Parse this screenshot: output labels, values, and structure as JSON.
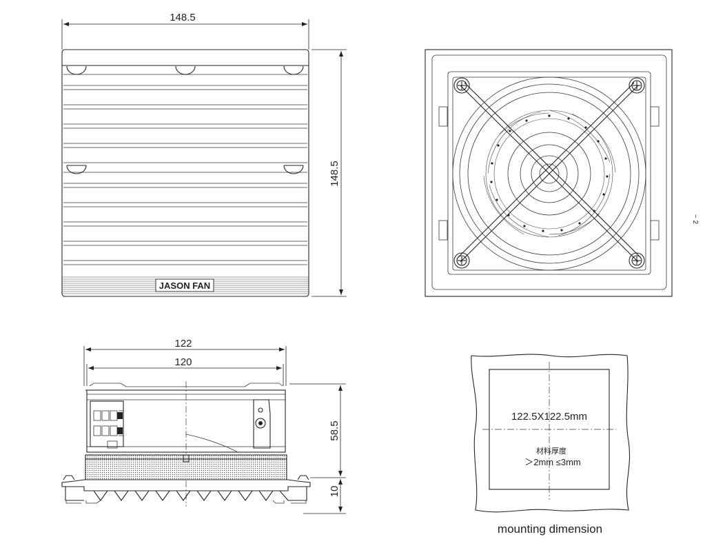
{
  "front_view": {
    "width_dim": "148.5",
    "height_dim": "148.5",
    "brand_label": "JASON FAN"
  },
  "side_view": {
    "width_outer_dim": "122",
    "width_inner_dim": "120",
    "depth_dim": "58.5",
    "flange_dim": "10"
  },
  "cutout": {
    "size_label": "122.5X122.5mm",
    "material_label": "材料厚度",
    "thickness_label": "＞2mm ≤3mm",
    "caption": "mounting dimension"
  },
  "margin_note": "~ 2"
}
